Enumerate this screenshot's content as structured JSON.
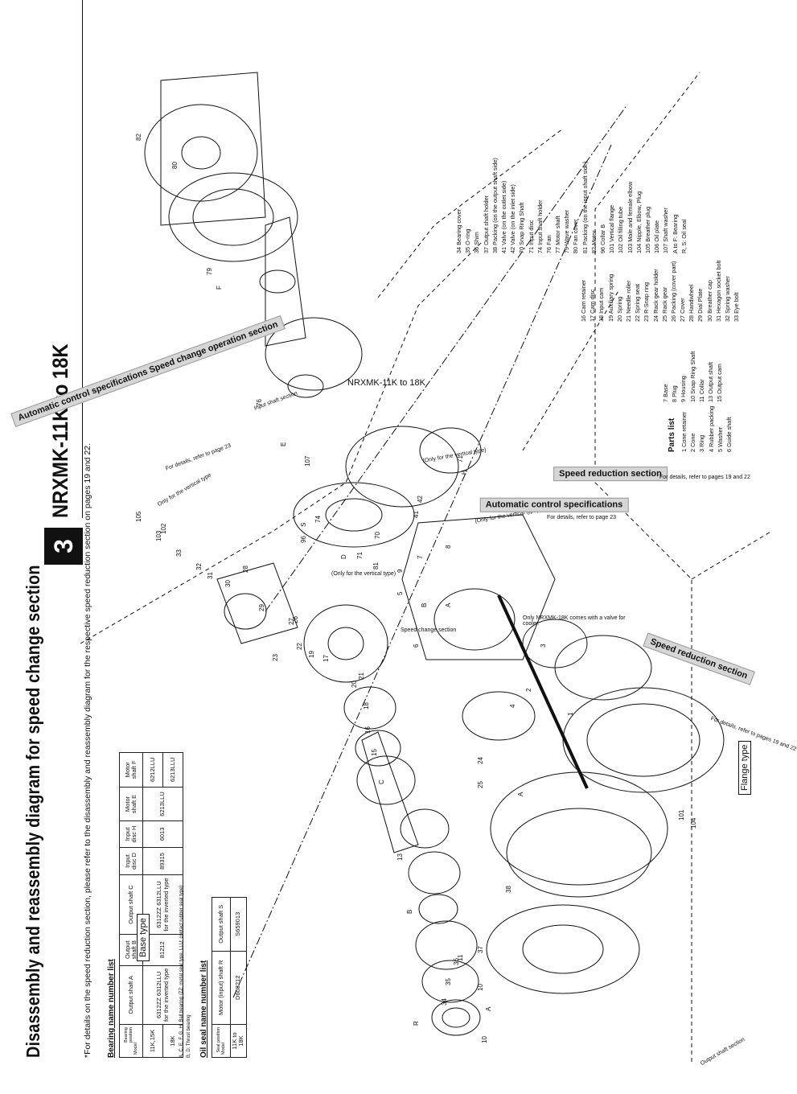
{
  "header": {
    "main_title": "Disassembly and reassembly diagram for speed change section",
    "section_number": "3",
    "section_title": "NRXMK-11K to 18K",
    "note": "*For details on the speed reduction section, please refer to the disassembly and reassembly diagram for the respective speed reduction section on pages 19 and 22."
  },
  "bearing_table": {
    "title": "Bearing name number list",
    "corner_top": "Bearing position",
    "corner_bottom": "Model",
    "headers": [
      "Output shaft A",
      "Output shaft B",
      "Output shaft C",
      "Input disc D",
      "Motor shaft E",
      "Motor shaft F"
    ],
    "row1": {
      "model": "11K,15K",
      "a": "6312ZZ 6312LLU for the inverted type",
      "b": "81212",
      "c": "6312ZZ 6312LLU for the inverted type",
      "d": "89315",
      "e": "6013",
      "f_upper": "6212LLU"
    },
    "row2": {
      "model": "18K",
      "e": "6213LLU",
      "f_lower": "6213LLU"
    },
    "input_disc_h": "Input disc H",
    "footnote1": "A, C, E, F, G, H: Ball bearing (ZZ: metal seal type, LLU: contact rubber seal type)",
    "footnote2": "B, D: Thrust bearing"
  },
  "oil_seal_table": {
    "title": "Oil seal name number list",
    "corner_top": "Seal position",
    "corner_bottom": "Model",
    "headers": [
      "Motor (input) shaft R",
      "Output shaft S"
    ],
    "model": "11K to 18K",
    "r": "D608212",
    "s": "S659013"
  },
  "parts_list": {
    "title": "Parts list",
    "col1": [
      "1  Cone retainer",
      "2  Cone",
      "3  Ring",
      "4  Rubber packing",
      "5  Washer",
      "6  Guide shaft"
    ],
    "col2": [
      "7 Base",
      "8 Plug",
      "9 Housing",
      "10 Snap Ring Shaft",
      "11 Collar",
      "13 Output shaft",
      "15 Output cam"
    ],
    "col3": [
      "16 Cam retainer",
      "17 Cam disc",
      "18 Input cam",
      "19 Auxiliary spring",
      "20 Spring",
      "21 Needle roller",
      "22 Spring seat",
      "23 R-Snap ring",
      "24 Rack gear holder",
      "25 Rack gear",
      "26 Packing (cover part)",
      "27 Cover",
      "28 Handwheel",
      "29 Dial Plate",
      "30 Breather cap",
      "31 Hexagon socket bolt",
      "32 Spring washer",
      "33 Eye bolt"
    ],
    "col4": [
      "34  Bearing cover",
      "35  O-ring",
      "36  Shim",
      "37  Output shaft holder",
      "38  Packing (on the output shaft side)",
      "41  Valve (on the outlet side)",
      "42  Valve (on the inlet side)",
      "70  Snap Ring Shaft",
      "71  Input disc",
      "74  Input shaft holder",
      "76  Fan",
      "77  Motor shaft",
      "79  Wave washer",
      "80  Fan cover",
      "81  Packing (on the input shaft side)",
      "82  Motor",
      "96  Collar B",
      "101  Vertical flange",
      "102  Oil filling tube",
      "103  Male and female elbow",
      "104  Nipple, Elbow, Plug",
      "105  Breather plug",
      "106  Oil plate",
      "107  Shaft washer",
      "A  to  F: Bearing",
      "R, S: Oil seal"
    ]
  },
  "banners": {
    "auto_speed_change": "Automatic control specifications Speed change operation section",
    "auto_speed_change_note": "For details, refer to page 23",
    "speed_reduction": "Speed reduction section",
    "speed_reduction_note": "For details, refer to pages 19 and 22",
    "auto_control": "Automatic control specifications",
    "auto_control_note": "For details, refer to page 23",
    "speed_reduction2": "Speed reduction section",
    "speed_reduction2_note": "For details, refer to pages 19 and 22"
  },
  "diagram_labels": {
    "model_tag": "NRXMK-11K to 18K",
    "input_shaft_section": "Input shaft section",
    "speed_change_section": "Speed change section",
    "output_shaft_section": "Output shaft section",
    "vertical_only_1": "(Only for the vertical type)",
    "vertical_only_2": "(Only for the vertical type)",
    "vertical_only_3": "(Only for the vertical type)",
    "vertical_only_4": "Only for the vertical type",
    "valve_note": "Only NRXMK-18K comes with a valve for cooler.",
    "base_type": "Base type",
    "flange_type": "Flange type"
  }
}
